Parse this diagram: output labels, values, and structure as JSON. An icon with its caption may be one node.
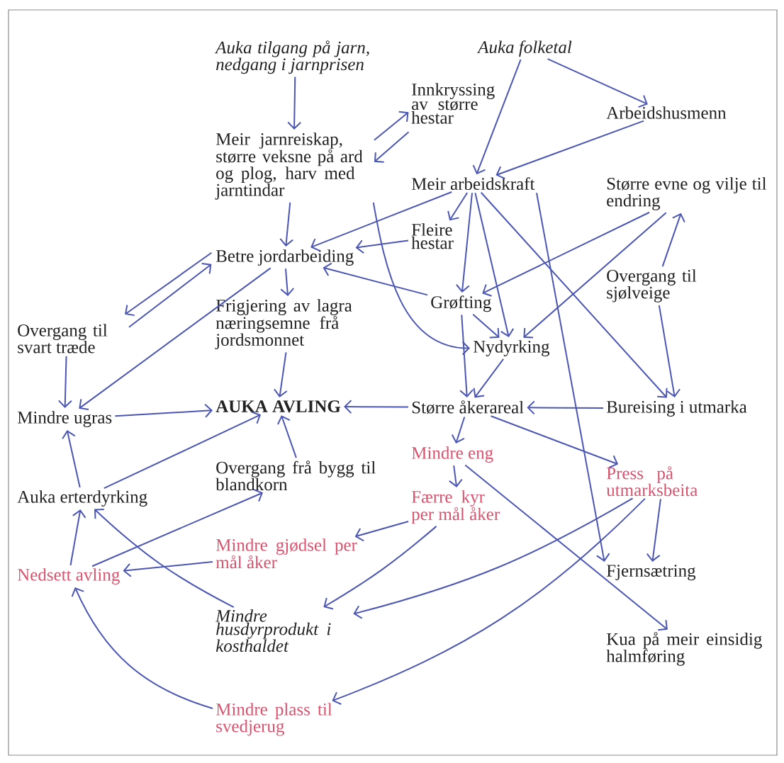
{
  "diagram": {
    "nodes": [
      {
        "text": [
          "Auka tilgang på jarn, nedgang i jarnprisen"
        ]
      },
      {
        "text": [
          "Auka folketal"
        ]
      },
      {
        "text": [
          "Innkryssing av større hestar"
        ]
      },
      {
        "text": [
          "Arbeidshusmenn"
        ]
      },
      {
        "text": [
          "Meir jarnreiskap, større veksne på ard og plog, harv med jarntindar"
        ]
      },
      {
        "text": [
          "Meir arbeidskraft"
        ]
      },
      {
        "text": [
          "Større evne og vilje til endring"
        ]
      },
      {
        "text": [
          "Fleire hestar"
        ]
      },
      {
        "text": [
          "Betre jordarbeiding"
        ]
      },
      {
        "text": [
          "Overgang til sjølveige"
        ]
      },
      {
        "text": [
          "Grøfting"
        ]
      },
      {
        "text": [
          "Overgang til svart træde"
        ]
      },
      {
        "text": [
          "Frigjering av lagra næringsemne frå jordsmonnet"
        ]
      },
      {
        "text": [
          "Nydyrking"
        ]
      },
      {
        "text": [
          "Mindre ugras"
        ]
      },
      {
        "text": [
          "AUKA AVLING"
        ]
      },
      {
        "text": [
          "Større åkerareal"
        ]
      },
      {
        "text": [
          "Bureising i utmarka"
        ]
      },
      {
        "text": [
          "Mindre eng"
        ]
      },
      {
        "text": [
          "Overgang frå bygg til blandkorn"
        ]
      },
      {
        "text": [
          "Auka erterdyrking"
        ]
      },
      {
        "text": [
          "Færre kyr per mål åker"
        ]
      },
      {
        "text": [
          "Press på utmarksbeita"
        ]
      },
      {
        "text": [
          "Mindre gjødsel per mål åker"
        ]
      },
      {
        "text": [
          "Nedsett avling"
        ]
      },
      {
        "text": [
          "Fjernsætring"
        ]
      },
      {
        "text": [
          "Mindre husdyrprodukt i kosthaldet"
        ]
      },
      {
        "text": [
          "Kua på meir einsidig halmføring"
        ]
      },
      {
        "text": [
          "Mindre plass til svedjerug"
        ]
      }
    ],
    "edges": [
      {
        "from": 0,
        "to": 4,
        "arrow": "to"
      },
      {
        "from": 4,
        "to": 2,
        "arrow": "to"
      },
      {
        "from": 2,
        "to": 4,
        "arrow": "to"
      },
      {
        "from": 1,
        "to": 5,
        "arrow": "to"
      },
      {
        "from": 1,
        "to": 3,
        "arrow": "to"
      },
      {
        "from": 3,
        "to": 5,
        "arrow": "to"
      },
      {
        "from": 5,
        "to": 7,
        "arrow": "to"
      },
      {
        "from": 5,
        "to": 8,
        "arrow": "to"
      },
      {
        "from": 4,
        "to": 13,
        "arrow": "to"
      },
      {
        "from": 4,
        "to": 8,
        "arrow": "to"
      },
      {
        "from": 7,
        "to": 8,
        "arrow": "to"
      },
      {
        "from": 10,
        "to": 8,
        "arrow": "to"
      },
      {
        "from": 5,
        "to": 10,
        "arrow": "to"
      },
      {
        "from": 5,
        "to": 13,
        "arrow": "to"
      },
      {
        "from": 5,
        "to": 25,
        "arrow": "to"
      },
      {
        "from": 5,
        "to": 17,
        "arrow": "to"
      },
      {
        "from": 6,
        "to": 10,
        "arrow": "to"
      },
      {
        "from": 6,
        "to": 13,
        "arrow": "to"
      },
      {
        "from": 9,
        "to": 6,
        "arrow": "to"
      },
      {
        "from": 9,
        "to": 17,
        "arrow": "to"
      },
      {
        "from": 8,
        "to": 11,
        "arrow": "to"
      },
      {
        "from": 11,
        "to": 8,
        "arrow": "to"
      },
      {
        "from": 8,
        "to": 14,
        "arrow": "to"
      },
      {
        "from": 11,
        "to": 14,
        "arrow": "to"
      },
      {
        "from": 8,
        "to": 12,
        "arrow": "to"
      },
      {
        "from": 12,
        "to": 15,
        "arrow": "to"
      },
      {
        "from": 10,
        "to": 13,
        "arrow": "to"
      },
      {
        "from": 10,
        "to": 16,
        "arrow": "to"
      },
      {
        "from": 13,
        "to": 16,
        "arrow": "to"
      },
      {
        "from": 16,
        "to": 15,
        "arrow": "to"
      },
      {
        "from": 17,
        "to": 16,
        "arrow": "to"
      },
      {
        "from": 16,
        "to": 18,
        "arrow": "to"
      },
      {
        "from": 16,
        "to": 22,
        "arrow": "to"
      },
      {
        "from": 18,
        "to": 21,
        "arrow": "to"
      },
      {
        "from": 18,
        "to": 27,
        "arrow": "to"
      },
      {
        "from": 14,
        "to": 15,
        "arrow": "to"
      },
      {
        "from": 20,
        "to": 14,
        "arrow": "to"
      },
      {
        "from": 20,
        "to": 15,
        "arrow": "to"
      },
      {
        "from": 19,
        "to": 15,
        "arrow": "to"
      },
      {
        "from": 24,
        "to": 20,
        "arrow": "to"
      },
      {
        "from": 26,
        "to": 20,
        "arrow": "to"
      },
      {
        "from": 24,
        "to": 19,
        "arrow": "to"
      },
      {
        "from": 23,
        "to": 24,
        "arrow": "to"
      },
      {
        "from": 21,
        "to": 23,
        "arrow": "to"
      },
      {
        "from": 21,
        "to": 26,
        "arrow": "to"
      },
      {
        "from": 22,
        "to": 26,
        "arrow": "to"
      },
      {
        "from": 22,
        "to": 28,
        "arrow": "to"
      },
      {
        "from": 22,
        "to": 25,
        "arrow": "to"
      },
      {
        "from": 28,
        "to": 24,
        "arrow": "to"
      }
    ]
  }
}
